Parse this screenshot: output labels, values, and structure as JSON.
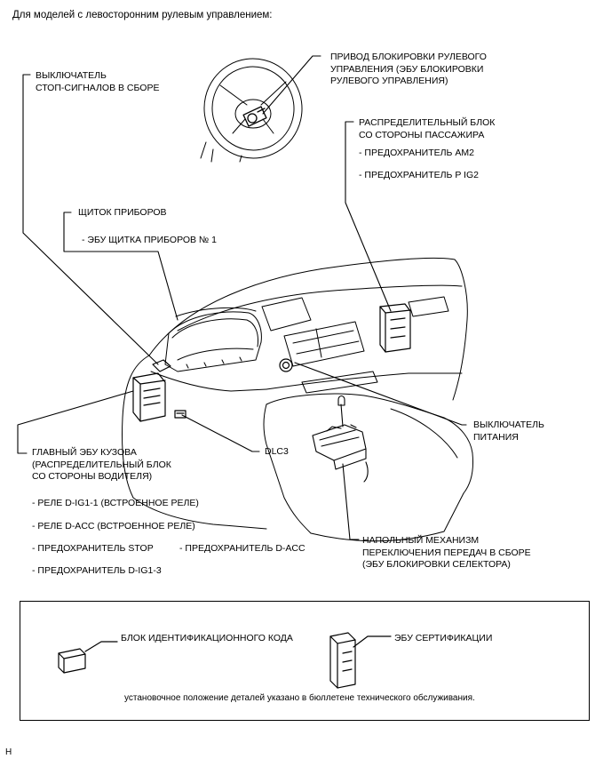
{
  "header": "Для моделей с левосторонним рулевым управлением:",
  "labels": {
    "stop_switch": [
      "ВЫКЛЮЧАТЕЛЬ",
      "СТОП-СИГНАЛОВ В СБОРЕ"
    ],
    "steering_lock": [
      "ПРИВОД БЛОКИРОВКИ РУЛЕВОГО",
      "УПРАВЛЕНИЯ (ЭБУ БЛОКИРОВКИ",
      "РУЛЕВОГО УПРАВЛЕНИЯ)"
    ],
    "passenger_jb": [
      "РАСПРЕДЕЛИТЕЛЬНЫЙ БЛОК",
      "СО СТОРОНЫ ПАССАЖИРА"
    ],
    "passenger_jb_items": [
      "- ПРЕДОХРАНИТЕЛЬ AM2",
      "- ПРЕДОХРАНИТЕЛЬ P IG2"
    ],
    "meter": "ЩИТОК ПРИБОРОВ",
    "meter_item": "- ЭБУ ЩИТКА ПРИБОРОВ № 1",
    "power_switch": [
      "ВЫКЛЮЧАТЕЛЬ",
      "ПИТАНИЯ"
    ],
    "dlc3": "DLC3",
    "main_body_ecu": [
      "ГЛАВНЫЙ ЭБУ КУЗОВА",
      "(РАСПРЕДЕЛИТЕЛЬНЫЙ БЛОК",
      "СО СТОРОНЫ ВОДИТЕЛЯ)"
    ],
    "main_body_items": {
      "relay_ig1": "- РЕЛЕ D-IG1-1 (ВСТРОЕННОЕ РЕЛЕ)",
      "relay_acc": "- РЕЛЕ D-ACC (ВСТРОЕННОЕ РЕЛЕ)",
      "fuse_stop": "- ПРЕДОХРАНИТЕЛЬ STOP",
      "fuse_dacc": "- ПРЕДОХРАНИТЕЛЬ D-ACC",
      "fuse_ig13": "- ПРЕДОХРАНИТЕЛЬ D-IG1-3"
    },
    "shift_lever": [
      "НАПОЛЬНЫЙ МЕХАНИЗМ",
      "ПЕРЕКЛЮЧЕНИЯ ПЕРЕДАЧ В СБОРЕ",
      "(ЭБУ БЛОКИРОВКИ СЕЛЕКТОРА)"
    ]
  },
  "box": {
    "id_code_box": "БЛОК ИДЕНТИФИКАЦИОННОГО КОДА",
    "cert_ecu": "ЭБУ СЕРТИФИКАЦИИ",
    "note": "установочное положение деталей указано в бюллетене технического обслуживания."
  },
  "corner_mark": "H"
}
